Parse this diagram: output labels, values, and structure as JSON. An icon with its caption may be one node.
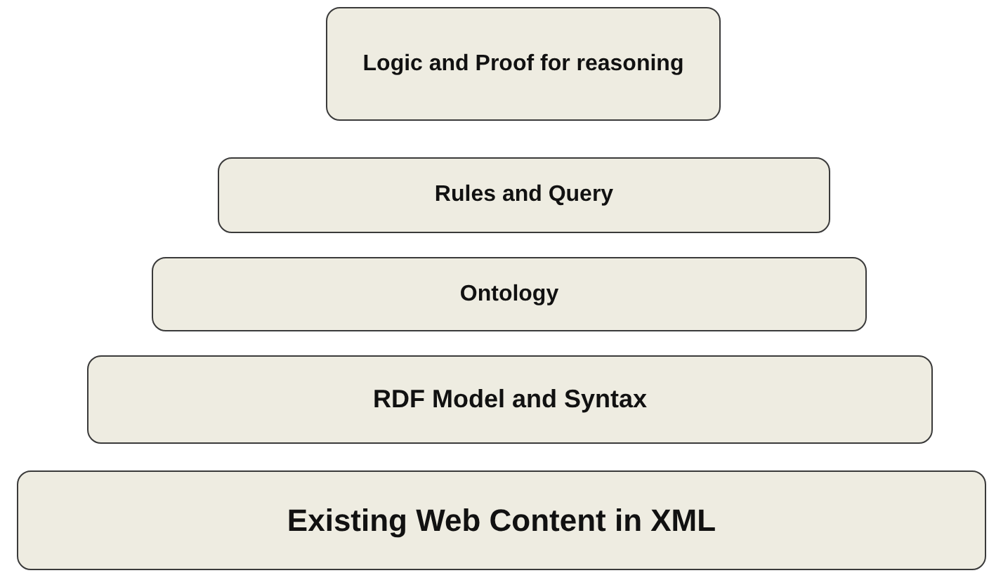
{
  "diagram": {
    "nodes": [
      {
        "text": [
          "Logic and Proof for reasoning"
        ]
      },
      {
        "text": [
          "Rules and Query"
        ]
      },
      {
        "text": [
          "Ontology"
        ]
      },
      {
        "text": [
          "RDF Model and Syntax"
        ]
      },
      {
        "text": [
          "Existing Web Content in XML"
        ]
      }
    ]
  }
}
